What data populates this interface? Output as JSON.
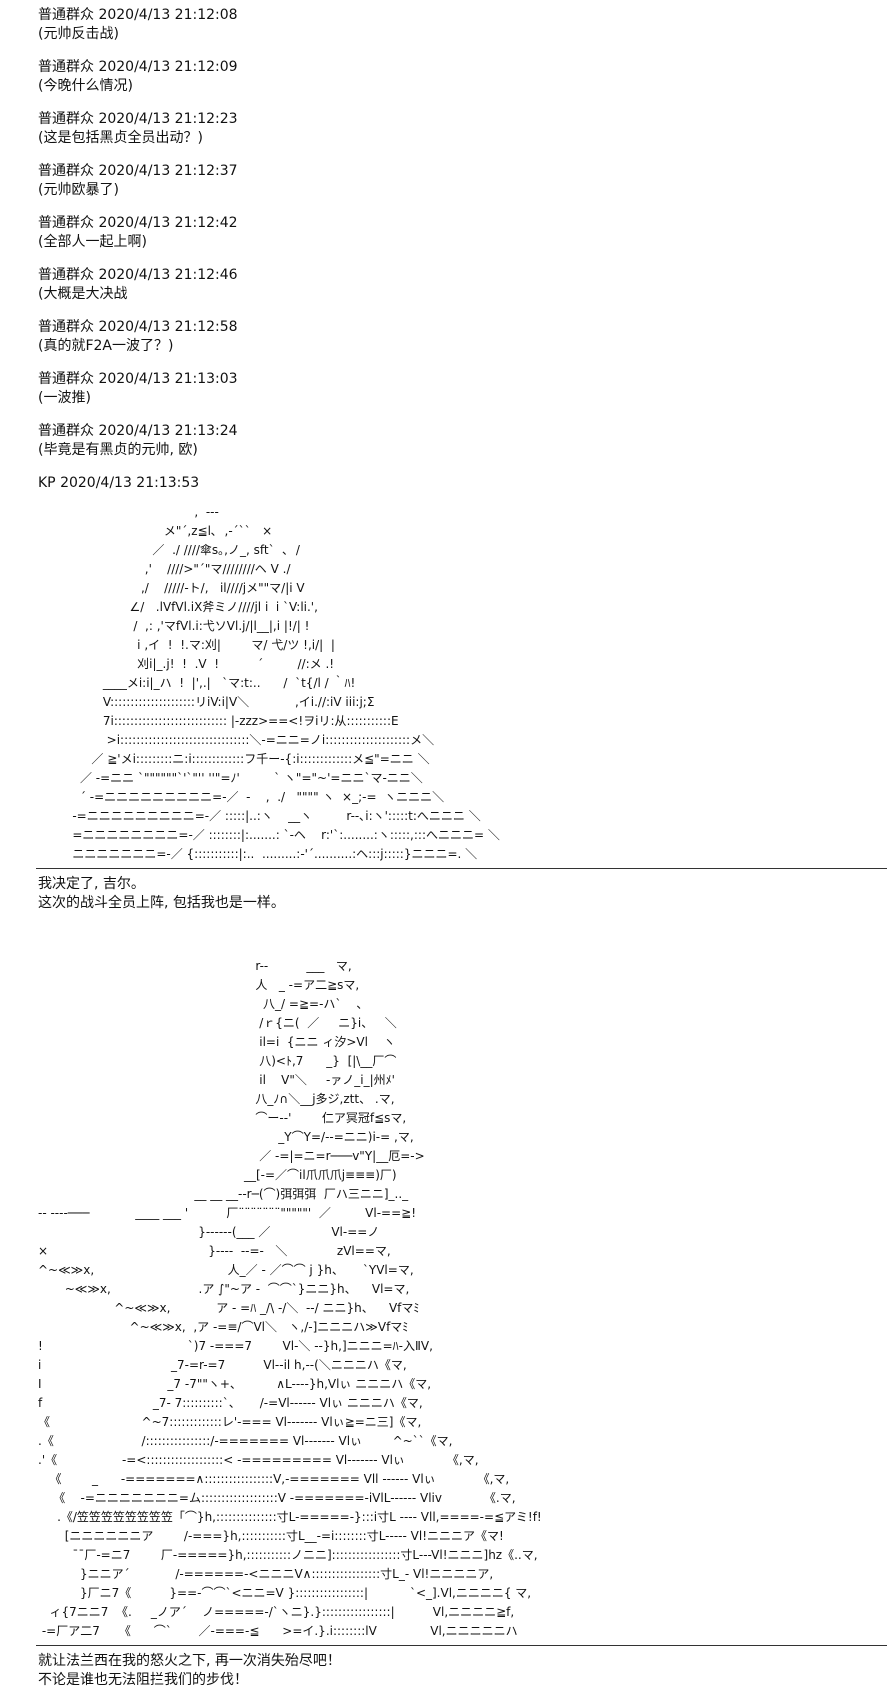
{
  "messages": [
    {
      "header": "普通群众 2020/4/13 21:12:08",
      "text": "(元帅反击战)"
    },
    {
      "header": "普通群众 2020/4/13 21:12:09",
      "text": "(今晚什么情况)"
    },
    {
      "header": "普通群众 2020/4/13 21:12:23",
      "text": "(这是包括黑贞全员出动？)"
    },
    {
      "header": "普通群众 2020/4/13 21:12:37",
      "text": "(元帅欧暴了)"
    },
    {
      "header": "普通群众 2020/4/13 21:12:42",
      "text": "(全部人一起上啊)"
    },
    {
      "header": "普通群众 2020/4/13 21:12:46",
      "text": "(大概是大决战"
    },
    {
      "header": "普通群众 2020/4/13 21:12:58",
      "text": "(真的就F2A一波了？)"
    },
    {
      "header": "普通群众 2020/4/13 21:13:03",
      "text": "(一波推)"
    },
    {
      "header": "普通群众 2020/4/13 21:13:24",
      "text": "(毕竟是有黑贞的元帅, 欧)"
    }
  ],
  "kp_header": "KP 2020/4/13 21:13:53",
  "ascii_art_1": "                                         ,  -‐-\n                                 メ\"´,z≦l､  ,-´``   ×\n                              ／  ./ ////傘s｡,ノ_, sft`  ､  /\n                            ,'    ////>\"´\"マ////////ヘ V ./\n                           ,/    /////-ト/,   il////jメ\"\"マ/|i V\n                        ∠/   .lVfVl.iX斧ミノ////jl i  i `V:li.',\n                         /  ,: ,'マfVl.i:弋ソVl.j/|l__|,i |!/| !\n                          i ,イ  !  !.マ:刈|        マ/ 弋/ツ !,i/|  |\n                          刈i|_.j!  !  .V  !          ´         //:メ .!\n                 ____メi:i|_ハ  !  |',.|   `マ:t:..      /  `t{/l / ｀ﾊ!\n                 V:::::::::::::::::::::リiV:i|V＼            ,イi.//:iV iii:j;Σ\n                 7i:::::::::::::::::::::::::::: |-zzz>==<!ヲiリ:从:::::::::::E\n                  >i::::::::::::::::::::::::::::::::＼-=ニニ=ノi:::::::::::::::::::::メ＼\n              ／ ≧'メi:::::::::ニ:i:::::::::::::フ千ー-{:i:::::::::::::メ≦\"=ニニ ＼\n           ／ -=ニニ `\"\"\"\"\"\"`'`\"'' ''\"=ﾉ'         ` ヽ\"=\"~'=ニニ`マ-ニニ＼\n           ´ -=ニニニニニニニニニ=-／  -    ,  ./   \"\"\"\" ヽ  ×_;-=  ヽニニニ＼\n         -=ニニニニニニニニニ=-／ :::::|..:ヽ    __ヽ         r--､i:ヽ':::::t:へニニニ ＼\n         =ニニニニニニニニ=-／ ::::::::|:.......: `-ヘ    r:'`:........:ヽ:::::,:::へニニニ= ＼\n         ニニニニニニニ=-／ {:::::::::::|:..  .........:-'´..........:ヘ:::j:::::}ニニニ=. ＼",
  "caption_1": "我决定了, 吉尔。\n这次的战斗全员上阵, 包括我也是一样。",
  "ascii_art_2": "                                                         r-‐          ___   マ,\n                                                         人   _ -=ア二≧sマ,\n                                                           八_/ =≧=-ハ`    ､\n                                                          /ｒ{ニ(  ／     ニ}i、   ＼\n                                                          il=i  {ニニ ィ汐>Vl    ヽ\n                                                          八)<ﾄ,7      _}  [|\\__厂⌒\n                                                          il    V\"＼     -ァノ_i_|州ﾒ'\n                                                         八_ﾉ∩＼__j多ジ,ztt、 .マ,\n                                                         ⌒ー--'        仁ア冥冠f≦sマ,\n                                                               _Y⌒Y=/--=ニニ)i-= ,マ,\n                                                          ／ -=|=ニ=r───v\"Y|__厄=->\n                                                      __[-=／⌒il爪爪爪j≡≡≡)厂)\n                                         __ __ __--r─(⌒)弭弭弭  厂ハ三ニニ]_.._\n-- ----───            ____ ___ '          厂¨¨¨¨¨¨¨\"\"\"\"\"'  ／         Vl-==≧!\n                                          }------(___ ／                Vl-==ノ\n×                                          }----  --=-   ＼             zVl==マ,\n^~≪≫x,                                   人_／ - ／⌒⌒ j }h、     `YVl=マ,\n       ~≪≫x,                       .ア ∫\"~ア -  ⌒⌒`}ニニ}h、    Vl=マ,\n                    ^~≪≫x,            ア - =ﾊ _/\\ -/＼  --/ ニニ}h、    Vfマﾐ\n                        ^~≪≫x,  ,ア -=≡/⌒Vl＼   ヽ,/-]ニニニハ≫Vfマﾐ\n!                                      `)7 -===7        Vl-＼ --}h,]ニニニ=ﾊ-入ⅡV,\ni                                  _7-=r-=7          Vl--il h,--(＼ニニニハ《マ,\nI                                 _7 -7\"\"ヽ+、         ∧L----}h,Vlぃ ニニニハ《マ,\nf                             _7- 7::::::::::`、     /-=Vl------ Vlぃ ニニニハ《マ,\n《                        ^~7:::::::::::::レ'-=== Vl------- Vlぃ≧=ニ三]《マ,\n.《                       /::::::::::::::::/-======= Vl------- Vlぃ        ^~``《マ,\n.'《                 -=<:::::::::::::::::::< -========= Vl------- Vlぃ           《,マ,\n   《        _      -=======∧:::::::::::::::::V,-======= Vll ------ Vlぃ           《,マ,\n    《    -=ニニニニニニニ=ム:::::::::::::::::::V -=======-iVlL------ Vliv           《.マ,\n     .《/笠笠笠笠笠笠笠笠「⌒}h,:::::::::::::::寸L-=====-}:::i寸L ---- Vll,====-=≦アミ!f!\n       [ニニニニニニア        /-===}h,:::::::::::寸L__-=i::::::::寸L----- Vl!ニニニア《マ!\n         ¯¯厂-=ニ7        厂-=====}h,:::::::::::ノニニ]:::::::::::::::::寸L---Vl!ニニニ]hz《..マ,\n           }ニニア´            /-======-<ニニニV∧:::::::::::::::::寸L_- Vl!ニニニニア,\n           }厂ニ7《          }==-⌒⌒`<ニニ=V }:::::::::::::::::|           `<_].Vl,ニニニニ{ マ,\n   ィ{7ニニ7  《.     _ノア´    ノ=====-/`ヽニ}.}:::::::::::::::::|          Vl,ニニニニ≧f,\n -=厂ア二7     《      ⌒`       ／-===-≦      >=イ.}.i::::::::lV              Vl,ニニニニニハ",
  "caption_2": "就让法兰西在我的怒火之下, 再一次消失殆尽吧！\n不论是谁也无法阻拦我们的步伐！"
}
